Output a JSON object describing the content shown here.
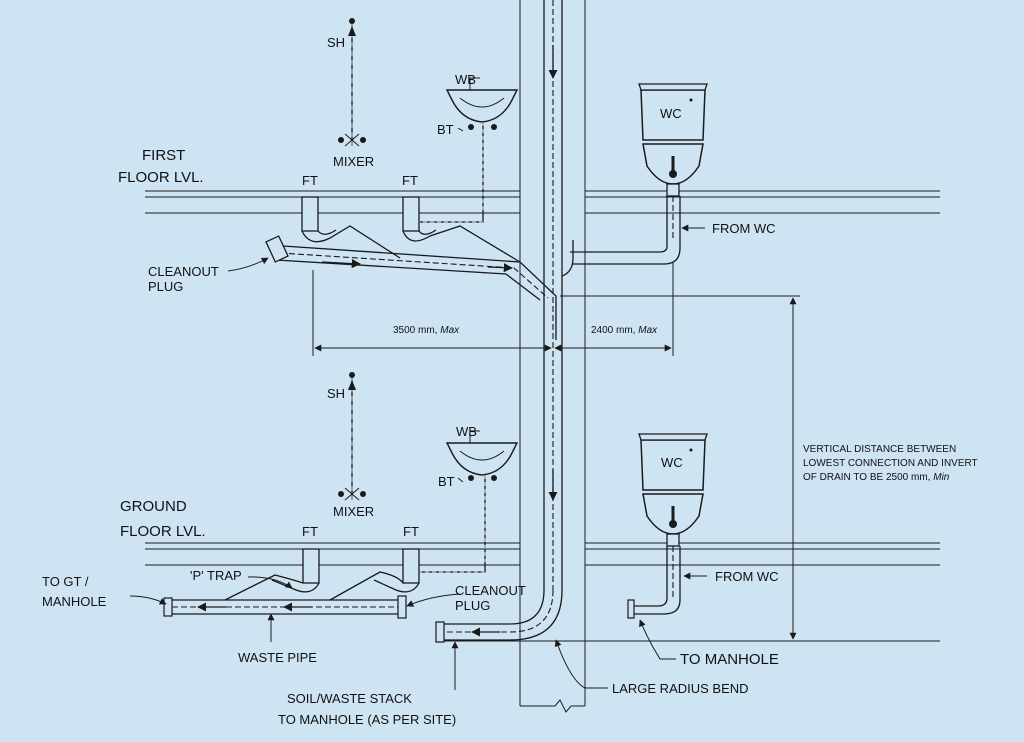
{
  "labels": {
    "first_floor_1": "FIRST",
    "first_floor_2": "FLOOR LVL.",
    "ground_floor_1": "GROUND",
    "ground_floor_2": "FLOOR LVL.",
    "sh": "SH",
    "wb": "WB",
    "bt": "BT",
    "mixer": "MIXER",
    "ft": "FT",
    "wc": "WC",
    "from_wc": "FROM WC",
    "cleanout_plug_1": "CLEANOUT",
    "cleanout_plug_2": "PLUG",
    "dim_left_value": "3500 mm,",
    "dim_right_value": "2400 mm,",
    "dim_max": "Max",
    "vertical_note_1": "VERTICAL DISTANCE BETWEEN",
    "vertical_note_2": "LOWEST CONNECTION AND INVERT",
    "vertical_note_3": "OF DRAIN TO BE 2500 mm,",
    "vertical_note_min": "Min",
    "to_gt_1": "TO GT /",
    "to_gt_2": "MANHOLE",
    "p_trap": "'P' TRAP",
    "waste_pipe": "WASTE PIPE",
    "soil_stack_1": "SOIL/WASTE STACK",
    "soil_stack_2": "TO MANHOLE (AS PER SITE)",
    "large_radius_bend": "LARGE RADIUS BEND",
    "to_manhole": "TO MANHOLE"
  },
  "colors": {
    "background": "#cfe4f2",
    "line": "#1a1a1a"
  }
}
